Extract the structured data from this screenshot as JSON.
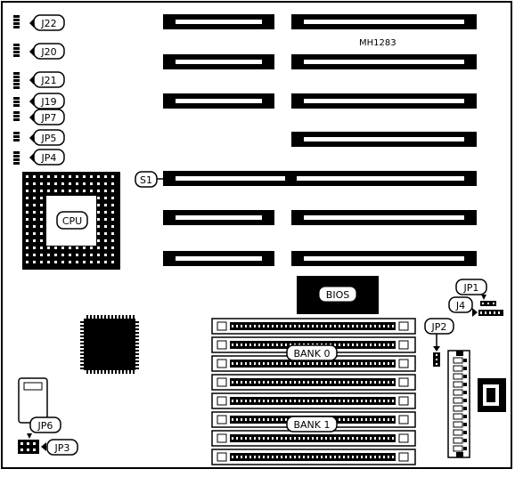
{
  "board_model": "MH1283",
  "callouts": {
    "j22": "J22",
    "j20": "J20",
    "j21": "J21",
    "j19": "J19",
    "jp7": "JP7",
    "jp5": "JP5",
    "jp4": "JP4",
    "s1": "S1",
    "jp1": "JP1",
    "j4": "J4",
    "jp2": "JP2",
    "jp6": "JP6",
    "jp3": "JP3"
  },
  "components": {
    "cpu": "CPU",
    "bios": "BIOS",
    "bank0": "BANK 0",
    "bank1": "BANK 1"
  },
  "colors": {
    "ink": "#000000",
    "paper": "#ffffff",
    "pin_hole": "#ffffff"
  }
}
